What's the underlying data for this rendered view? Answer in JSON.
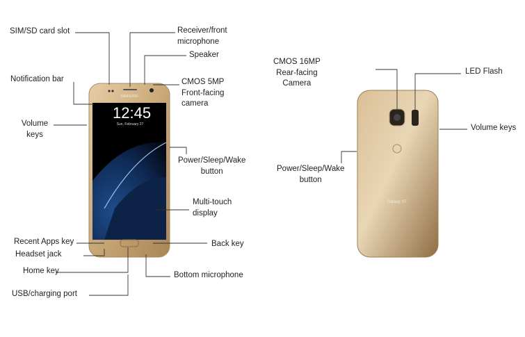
{
  "front": {
    "labels": {
      "sim_slot": "SIM/SD card slot",
      "receiver": "Receiver/front\nmicrophone",
      "speaker": "Speaker",
      "front_camera": "CMOS 5MP\nFront-facing\ncamera",
      "notification_bar": "Notification bar",
      "volume_keys": "Volume\nkeys",
      "power": "Power/Sleep/Wake\nbutton",
      "display": "Multi-touch\ndisplay",
      "recent_apps": "Recent Apps key",
      "headset": "Headset jack",
      "back_key": "Back key",
      "home_key": "Home key",
      "bottom_mic": "Bottom microphone",
      "usb": "USB/charging port"
    },
    "screen": {
      "clock": "12:45",
      "date": "Sun, February 27",
      "brand": "SAMSUNG"
    }
  },
  "back": {
    "labels": {
      "rear_camera": "CMOS 16MP\nRear-facing\nCamera",
      "led_flash": "LED Flash",
      "volume_keys": "Volume keys",
      "power": "Power/Sleep/Wake\nbutton"
    },
    "brand": "Galaxy S7"
  },
  "colors": {
    "gold": "#c9a878",
    "line": "#333333"
  }
}
